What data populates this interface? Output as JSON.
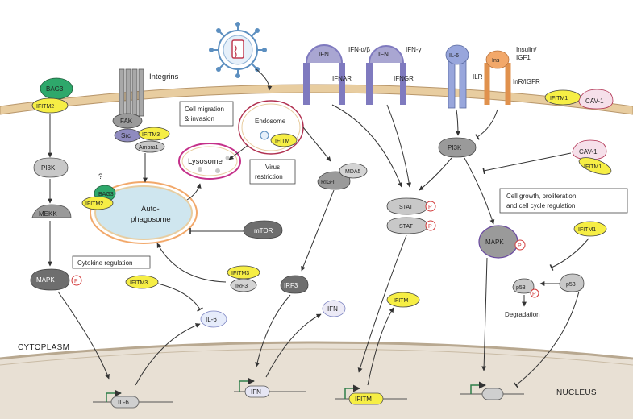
{
  "regions": {
    "cytoplasm": "CYTOPLASM",
    "nucleus": "NUCLEUS"
  },
  "receptors": {
    "ifn_ab": {
      "ligand": "IFN",
      "name": "IFN-α/β",
      "receptor": "IFNAR"
    },
    "ifn_g": {
      "ligand": "IFN",
      "name": "IFN-γ",
      "receptor": "IFNGR"
    },
    "il6": {
      "ligand": "IL-6",
      "receptor": "ILR"
    },
    "ins": {
      "ligand": "Ins",
      "name_line1": "Insulin/",
      "name_line2": "IGF1",
      "receptor": "InR/IGFR"
    },
    "integrins": "Integrins"
  },
  "left_pathway": {
    "bag3": "BAG3",
    "ifitm2": "IFITM2",
    "pi3k": "PI3K",
    "mekk": "MEKK",
    "mapk": "MAPK",
    "p": "P"
  },
  "fak_complex": {
    "fak": "FAK",
    "src": "Src",
    "ifitm3": "IFITM3",
    "ambra1": "Ambra1"
  },
  "boxes": {
    "migration_line1": "Cell migration",
    "migration_line2": "& invasion",
    "virus_line1": "Virus",
    "virus_line2": "restriction",
    "cytokine": "Cytokine regulation",
    "growth_line1": "Cell growth, proliferation,",
    "growth_line2": "and cell cycle regulation"
  },
  "organelles": {
    "endosome": "Endosome",
    "endosome_ifitm": "IFITM",
    "lysosome": "Lysosome",
    "auto_line1": "Auto-",
    "auto_line2": "phagosome",
    "question": "?",
    "bag3": "BAG3",
    "ifitm2": "IFITM2",
    "mtor": "mTOR"
  },
  "rig": {
    "rigi": "RIG-I",
    "mda5": "MDA5",
    "irf3": "IRF3"
  },
  "irf_complex": {
    "ifitm3": "IFITM3",
    "irf3": "IRF3"
  },
  "il6_branch": {
    "ifitm3": "IFITM3",
    "il6": "IL-6"
  },
  "ifn_out": "IFN",
  "stat": {
    "stat1": "STAT",
    "stat2": "STAT",
    "p1": "P",
    "p2": "P"
  },
  "ifitm_out": "IFITM",
  "right_pathway": {
    "ifitm1": "IFITM1",
    "cav1": "CAV-1",
    "pi3k": "PI3K",
    "cav1_b": "CAV-1",
    "ifitm1_b": "IFITM1",
    "mapk": "MAPK",
    "p": "P",
    "ifitm1_c": "IFITM1",
    "p53a": "p53",
    "p53b": "p53",
    "pp": "P",
    "degradation": "Degradation"
  },
  "genes": {
    "il6": "IL-6",
    "ifn": "IFN",
    "ifitm": "IFITM"
  },
  "colors": {
    "ifitm_yellow": "#f6ee45",
    "grey_protein": "#7f7f7f",
    "light_grey": "#d4d4d4",
    "membrane_tan": "#e8cda0",
    "nucleus_fill": "#e8e0d4",
    "receptor_purple": "#a9a6d2",
    "ilr_blue": "#98a6dc",
    "ins_orange": "#f2a86a",
    "p_red": "#d23a3a",
    "lysosome_pink": "#c4308a",
    "autophagosome_cyan": "#cfe6ef",
    "gene_green": "#2f7f4a"
  }
}
